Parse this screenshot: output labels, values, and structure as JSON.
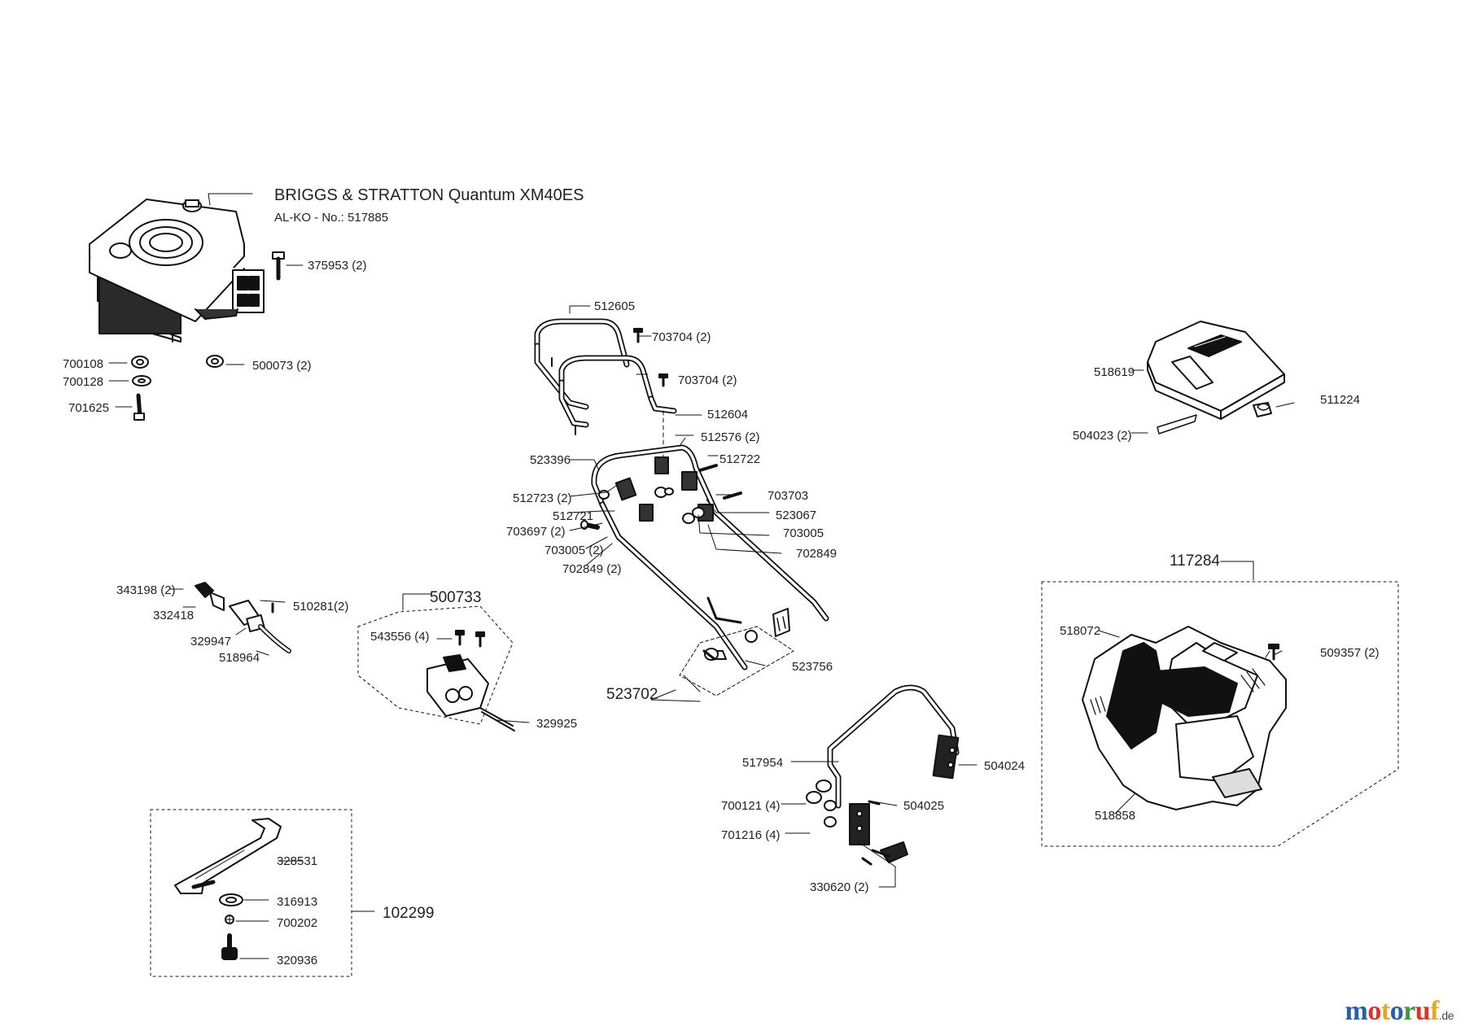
{
  "header": {
    "title": "BRIGGS & STRATTON Quantum XM40ES",
    "subtitle": "AL-KO - No.: 517885"
  },
  "parts": {
    "p375953": "375953 (2)",
    "p700108": "700108",
    "p700128": "700128",
    "p500073": "500073 (2)",
    "p701625": "701625",
    "p512605": "512605",
    "p703704a": "703704 (2)",
    "p703704b": "703704 (2)",
    "p512604": "512604",
    "p512576": "512576 (2)",
    "p523396": "523396",
    "p512722": "512722",
    "p512723": "512723 (2)",
    "p703703": "703703",
    "p512721": "512721",
    "p523067": "523067",
    "p703697": "703697 (2)",
    "p703005a": "703005",
    "p703005b": "703005 (2)",
    "p702849a": "702849",
    "p702849b": "702849 (2)",
    "p523756": "523756",
    "p523702": "523702",
    "p518619": "518619",
    "p511224": "511224",
    "p504023": "504023 (2)",
    "p117284": "117284",
    "p518072": "518072",
    "p509357": "509357 (2)",
    "p518858": "518858",
    "p343198": "343198 (2)",
    "p332418": "332418",
    "p510281": "510281(2)",
    "p329947": "329947",
    "p518964": "518964",
    "p500733": "500733",
    "p543556": "543556 (4)",
    "p329925": "329925",
    "p517954": "517954",
    "p504024": "504024",
    "p700121": "700121 (4)",
    "p504025": "504025",
    "p701216": "701216 (4)",
    "p330620": "330620 (2)",
    "p328531": "328531",
    "p316913": "316913",
    "p700202": "700202",
    "p320936": "320936",
    "p102299": "102299"
  },
  "logo": {
    "letters": [
      "m",
      "o",
      "t",
      "o",
      "r",
      "u",
      "f"
    ],
    "colors": [
      "#2b5ea8",
      "#d8352a",
      "#e9a623",
      "#2b5ea8",
      "#3c9a3c",
      "#d8352a",
      "#e9a623"
    ],
    "tld": ".de"
  }
}
